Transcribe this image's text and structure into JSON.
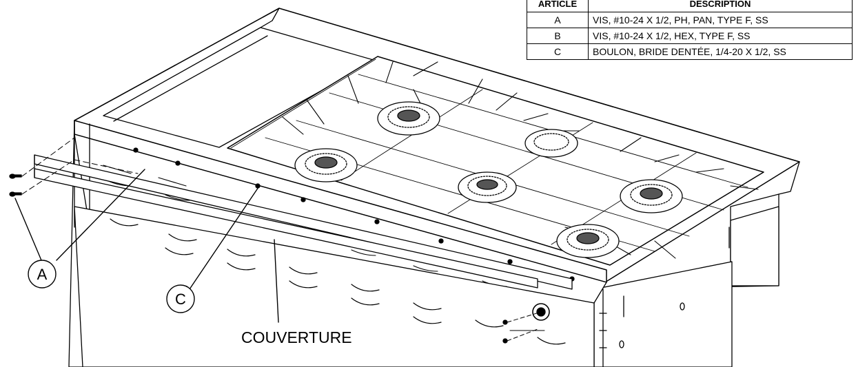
{
  "parts_table": {
    "headers": [
      "ARTICLE",
      "DESCRIPTION"
    ],
    "rows": [
      {
        "article": "A",
        "description": "VIS, #10-24 X 1/2, PH, PAN, TYPE F, SS"
      },
      {
        "article": "B",
        "description": "VIS, #10-24 X 1/2, HEX, TYPE F, SS"
      },
      {
        "article": "C",
        "description": "BOULON, BRIDE DENTÉE, 1/4-20 X 1/2, SS"
      }
    ]
  },
  "callouts": {
    "a": "A",
    "c": "C"
  },
  "labels": {
    "cover": "COUVERTURE"
  },
  "burners": {
    "count": 6
  }
}
